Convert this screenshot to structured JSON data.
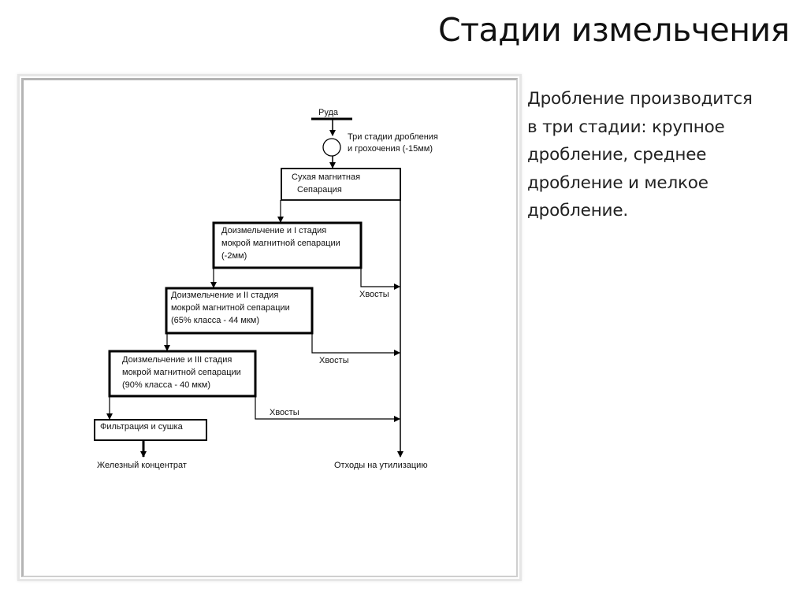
{
  "slide": {
    "title": "Стадии измельчения",
    "body_lines": [
      "Дробление производится",
      "в три стадии: крупное",
      "дробление, среднее",
      "дробление и мелкое",
      "дробление."
    ]
  },
  "diagram": {
    "input": "Руда",
    "crushing_note": [
      "Три стадии дробления",
      "и грохочения (-15мм)"
    ],
    "boxes": {
      "dry_separation": [
        "Сухая магнитная",
        "Сепарация"
      ],
      "stage1": [
        "Доизмельчение и I стадия",
        "мокрой магнитной сепарации",
        "(-2мм)"
      ],
      "stage2": [
        "Доизмельчение и II стадия",
        "мокрой магнитной сепарации",
        "(65% класса - 44 мкм)"
      ],
      "stage3": [
        "Доизмельчение и III стадия",
        "мокрой магнитной сепарации",
        "(90% класса - 40 мкм)"
      ],
      "filtration": [
        "Фильтрация и сушка"
      ]
    },
    "tailings_label": "Хвосты",
    "outputs": {
      "concentrate": "Железный концентрат",
      "waste": "Отходы на утилизацию"
    }
  }
}
